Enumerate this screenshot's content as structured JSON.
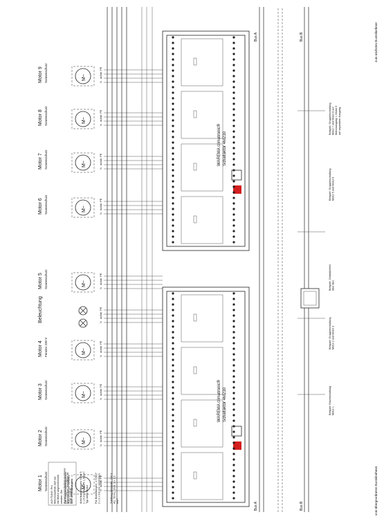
{
  "motors": [
    {
      "label": "Motor 1",
      "sub": "Sonnenschutz"
    },
    {
      "label": "Motor 2",
      "sub": "Sonnenschutz"
    },
    {
      "label": "Motor 3",
      "sub": "Sonnenschutz"
    },
    {
      "label": "Motor 4",
      "sub": "Fenster 230 V"
    },
    {
      "label": "Beleuchtung",
      "sub": ""
    },
    {
      "label": "Motor 5",
      "sub": "Sonnenschutz"
    },
    {
      "label": "Motor 6",
      "sub": "Sonnenschutz"
    },
    {
      "label": "Motor 7",
      "sub": "Sonnenschutz"
    },
    {
      "label": "Motor 8",
      "sub": "Sonnenschutz"
    },
    {
      "label": "Motor 9",
      "sub": "Sonnenschutz"
    }
  ],
  "motor_symbol": "M~",
  "motor_terminals": [
    "N",
    "auf",
    "ab",
    "PE"
  ],
  "actuators": [
    {
      "brand": "WAREMA climatronic®",
      "model": "Schaltaktor 4M230"
    },
    {
      "brand": "WAREMA climatronic®",
      "model": "Schaltaktor 4M230"
    }
  ],
  "bus_labels": {
    "bus_a": "Bus A",
    "bus_b": "Bus B",
    "from_source": "vom übergeordneten Busteilnehmer",
    "to_next": "zum nächsten Busteilnehmer"
  },
  "notes": {
    "caution": "ACHTUNG: Pro Motorenantrieb darf nur ein Motor angeschlossen werden. Die Zusammenschaltung mehrerer Motoren bzw. Ausgänge ist nicht zulässig.",
    "group": "Die Gruppenbildung (Motor Aus) erfolgt per Software über den Busadapter.",
    "cable_spec": "Anschlussleitungen: NYM 5 x 1,5 mm² bzw. 3 x 1,5 mm² Typ siehe Motor",
    "bus_cable": "Für Busleitungen: J-Y(St)Y 2 x 2 x 0,8 mm empfohlen.",
    "supply": "Zuleitung Netzseite: 230 V AC, 50 Hz, 16 A, 3 x 1,5 mm²",
    "example_1": "Beispiel: Einzelschaltung Motor 1",
    "example_2": "Beispiel: Gruppenschaltung Motor 2 und Motor 3",
    "example_3": "Beispiel: Gruppenschaltung Motor 5 und Motor 6",
    "example_4": "Beispiel: Gruppenschaltung Motor 7 und Motor 8 auf Motorausgang 1, Motor 9 auf separatem Ausgang",
    "example_5": "Beispiel: Zentralbefehl über Bus"
  }
}
